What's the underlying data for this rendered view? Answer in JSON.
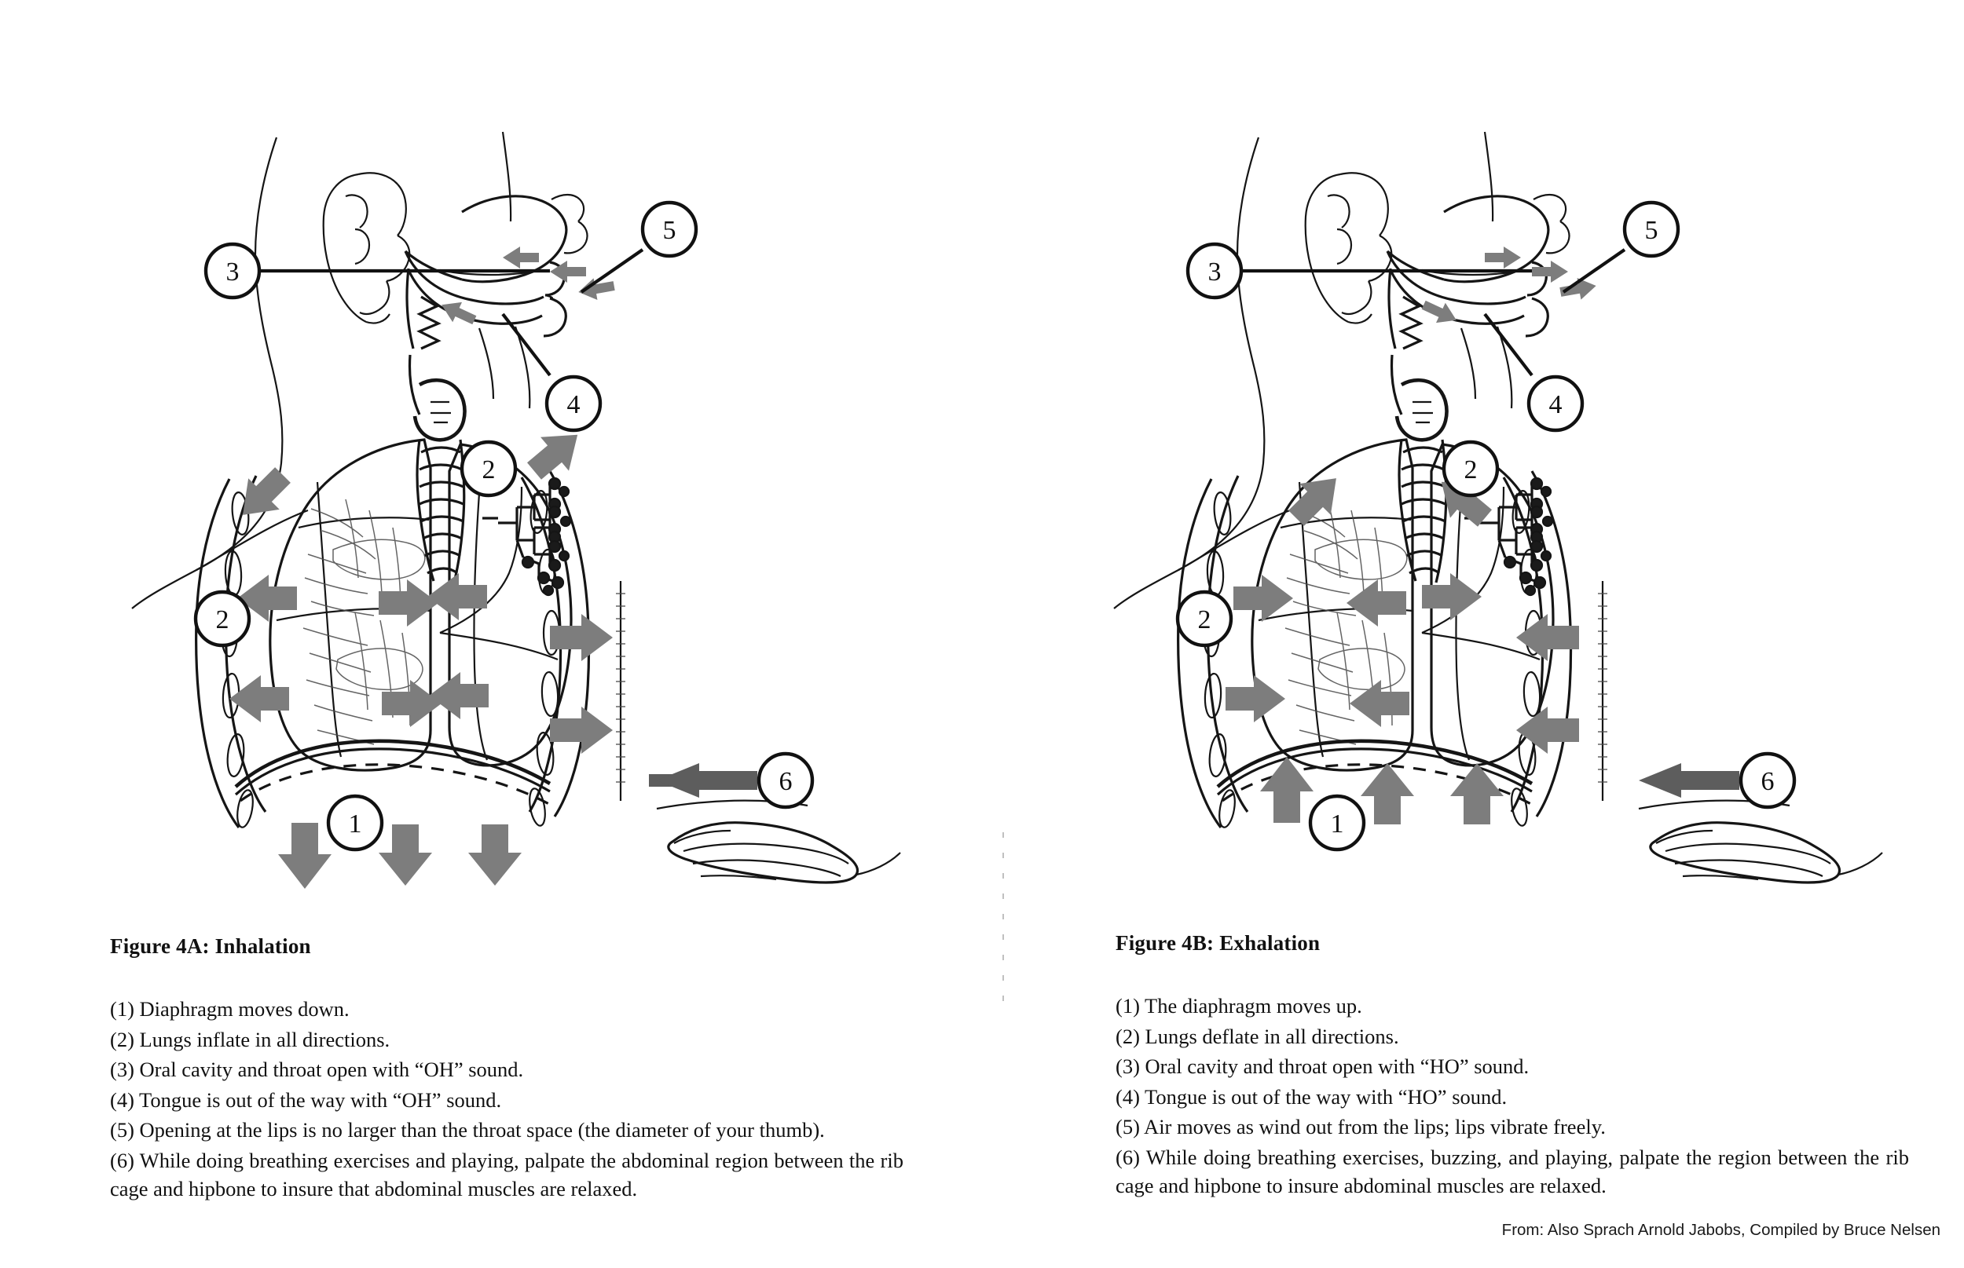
{
  "document": {
    "attribution": "From: Also Sprach Arnold Jabobs, Compiled by Bruce Nelsen"
  },
  "figures": [
    {
      "id": "figure-4a",
      "title": "Figure 4A: Inhalation",
      "callouts": [
        "1",
        "2",
        "2",
        "3",
        "4",
        "5",
        "6"
      ],
      "diaphragm_direction": "down",
      "lung_arrow_direction": "outward",
      "items": [
        "(1) Diaphragm moves down.",
        "(2) Lungs inflate in all directions.",
        "(3) Oral cavity and throat open with “OH” sound.",
        "(4) Tongue is out of the way with “OH” sound.",
        "(5) Opening at the lips is no larger than the throat space (the diameter of your thumb).",
        "(6) While doing breathing exercises and playing, palpate the abdominal region between the rib cage and hipbone to insure that abdominal muscles are relaxed."
      ]
    },
    {
      "id": "figure-4b",
      "title": "Figure 4B: Exhalation",
      "callouts": [
        "1",
        "2",
        "2",
        "3",
        "4",
        "5",
        "6"
      ],
      "diaphragm_direction": "up",
      "lung_arrow_direction": "inward",
      "items": [
        "(1) The diaphragm moves up.",
        "(2) Lungs deflate in all directions.",
        "(3) Oral cavity and throat open with “HO” sound.",
        "(4) Tongue is out of the way with “HO” sound.",
        "(5) Air moves as wind out from the lips; lips vibrate freely.",
        "(6) While doing breathing exercises, buzzing, and playing, palpate the region between the rib cage and hipbone to insure abdominal muscles are relaxed."
      ]
    }
  ],
  "colors": {
    "ink": "#151515",
    "arrow_gray": "#7d7d7d",
    "arrow_dark_gray": "#5d5d5d",
    "page_background": "#ffffff"
  }
}
